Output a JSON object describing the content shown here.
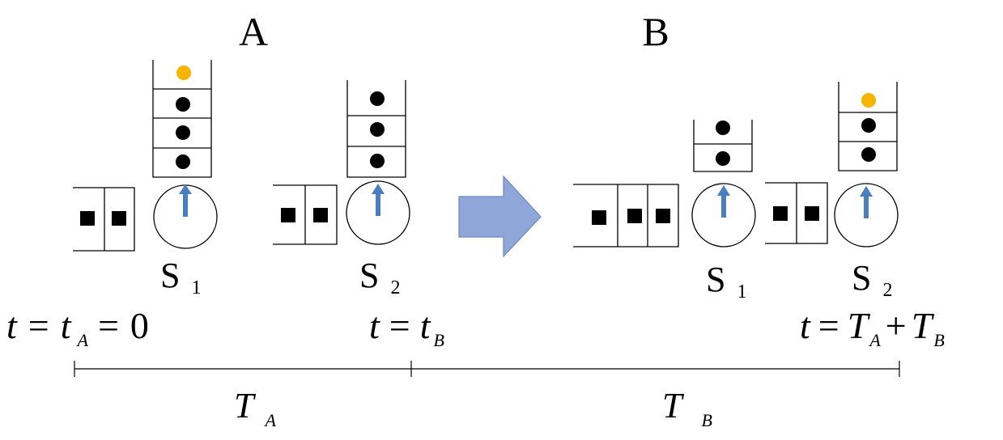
{
  "panels": {
    "A": {
      "title": "A"
    },
    "B": {
      "title": "B"
    }
  },
  "servers": {
    "s1": {
      "letter": "S",
      "index": "1"
    },
    "s2": {
      "letter": "S",
      "index": "2"
    }
  },
  "time_labels": {
    "t0": {
      "t": "t",
      "eq": "=",
      "tA": "t",
      "A": "A",
      "eq2": "=",
      "zero": "0"
    },
    "tB": {
      "t": "t",
      "eq": "=",
      "tB": "t",
      "B": "B"
    },
    "tEnd": {
      "t": "t",
      "eq": "=",
      "T1": "T",
      "A": "A",
      "plus": "+",
      "T2": "T",
      "B": "B"
    }
  },
  "intervals": {
    "TA": {
      "T": "T",
      "sub": "A"
    },
    "TB": {
      "T": "T",
      "sub": "B"
    }
  },
  "colors": {
    "job": "#000000",
    "highlight_job": "#f5b400",
    "server_hand": "#4a7fbf",
    "transition_arrow": "#8fa7d8",
    "transition_arrow_stroke": "#6f87bf"
  },
  "state": {
    "A": {
      "s1": {
        "queue_jobs": 3,
        "queue_highlight_top": true,
        "buffer_jobs": 2
      },
      "s2": {
        "queue_jobs": 3,
        "queue_highlight_top": false,
        "buffer_jobs": 2
      }
    },
    "B": {
      "s1": {
        "queue_jobs": 2,
        "queue_highlight_top": false,
        "buffer_jobs": 3
      },
      "s2": {
        "queue_jobs": 2,
        "queue_highlight_top": true,
        "buffer_jobs": 2
      }
    }
  }
}
